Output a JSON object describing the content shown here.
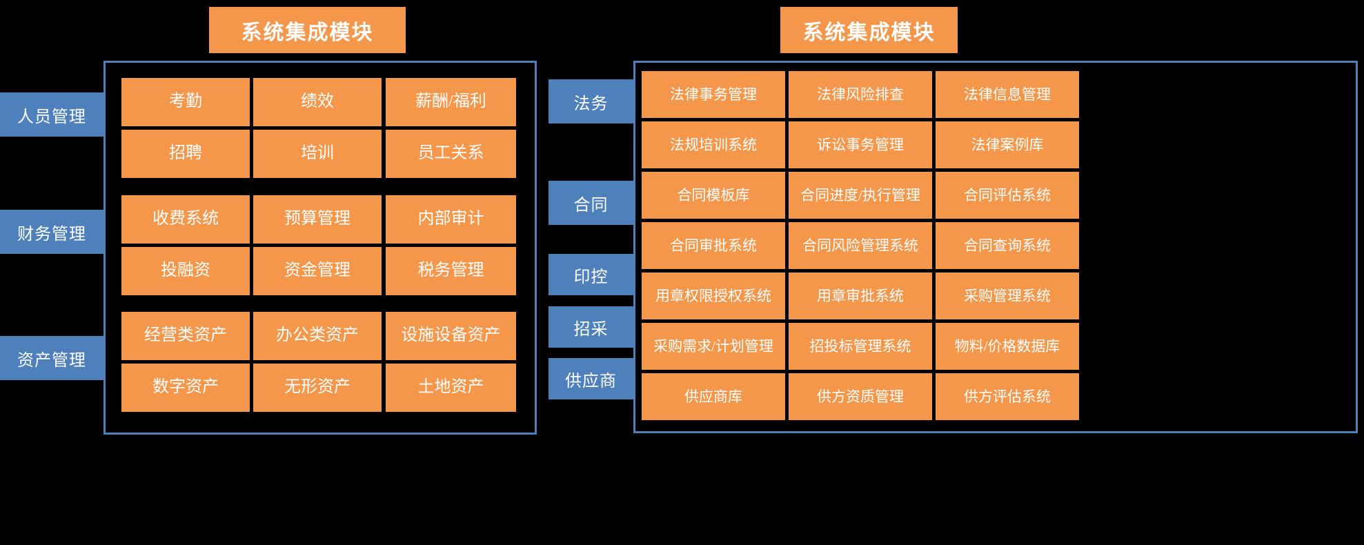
{
  "colors": {
    "background": "#000000",
    "accent_orange": "#F4974A",
    "accent_blue": "#4E80BC",
    "text_on_fill": "#FFFFFF"
  },
  "left_panel": {
    "title": "系统集成模块",
    "side_labels": [
      "人员管理",
      "财务管理",
      "资产管理"
    ],
    "groups": [
      {
        "label": "人员管理",
        "rows": [
          [
            "考勤",
            "绩效",
            "薪酬/福利"
          ],
          [
            "招聘",
            "培训",
            "员工关系"
          ]
        ]
      },
      {
        "label": "财务管理",
        "rows": [
          [
            "收费系统",
            "预算管理",
            "内部审计"
          ],
          [
            "投融资",
            "资金管理",
            "税务管理"
          ]
        ]
      },
      {
        "label": "资产管理",
        "rows": [
          [
            "经营类资产",
            "办公类资产",
            "设施设备资产"
          ],
          [
            "数字资产",
            "无形资产",
            "土地资产"
          ]
        ]
      }
    ]
  },
  "right_panel": {
    "title": "系统集成模块",
    "side_labels": [
      "法务",
      "合同",
      "印控",
      "招采",
      "供应商"
    ],
    "rows": [
      [
        "法律事务管理",
        "法律风险排查",
        "法律信息管理"
      ],
      [
        "法规培训系统",
        "诉讼事务管理",
        "法律案例库"
      ],
      [
        "合同模板库",
        "合同进度/执行管理",
        "合同评估系统"
      ],
      [
        "合同审批系统",
        "合同风险管理系统",
        "合同查询系统"
      ],
      [
        "用章权限授权系统",
        "用章审批系统",
        "采购管理系统"
      ],
      [
        "采购需求/计划管理",
        "招投标管理系统",
        "物料/价格数据库"
      ],
      [
        "供应商库",
        "供方资质管理",
        "供方评估系统"
      ]
    ]
  }
}
